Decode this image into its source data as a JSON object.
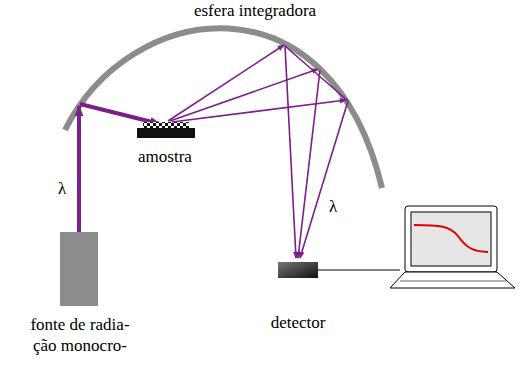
{
  "diagram": {
    "labels": [
      "esfera integradora",
      "λ",
      "amostra",
      "λ",
      "detector",
      "fonte de radia- ção monocro-"
    ]
  }
}
